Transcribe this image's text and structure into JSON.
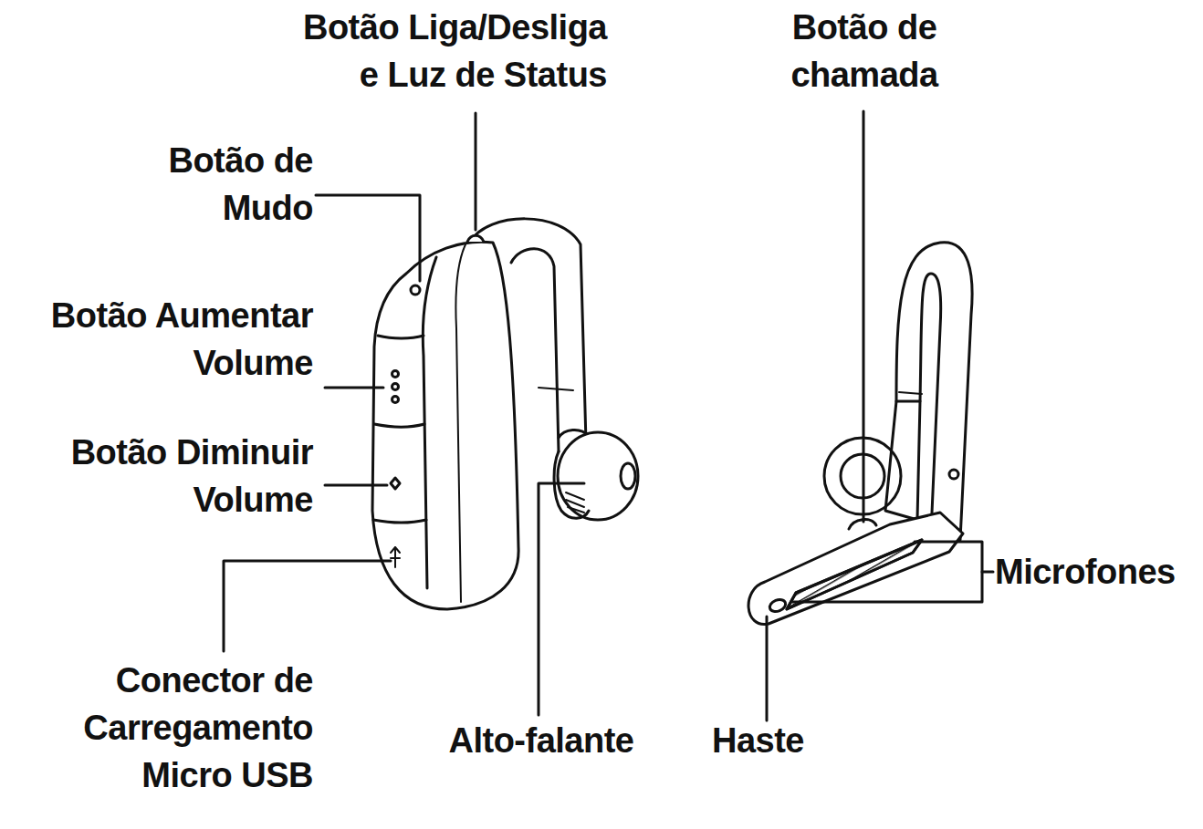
{
  "diagram": {
    "labels": [
      "Botão Liga/Desliga e Luz de Status",
      "Botão de chamada",
      "Botão de Mudo",
      "Botão Aumentar Volume",
      "Botão Diminuir Volume",
      "Conector de Carregamento Micro USB",
      "Alto-falante",
      "Haste",
      "Microfones"
    ]
  }
}
